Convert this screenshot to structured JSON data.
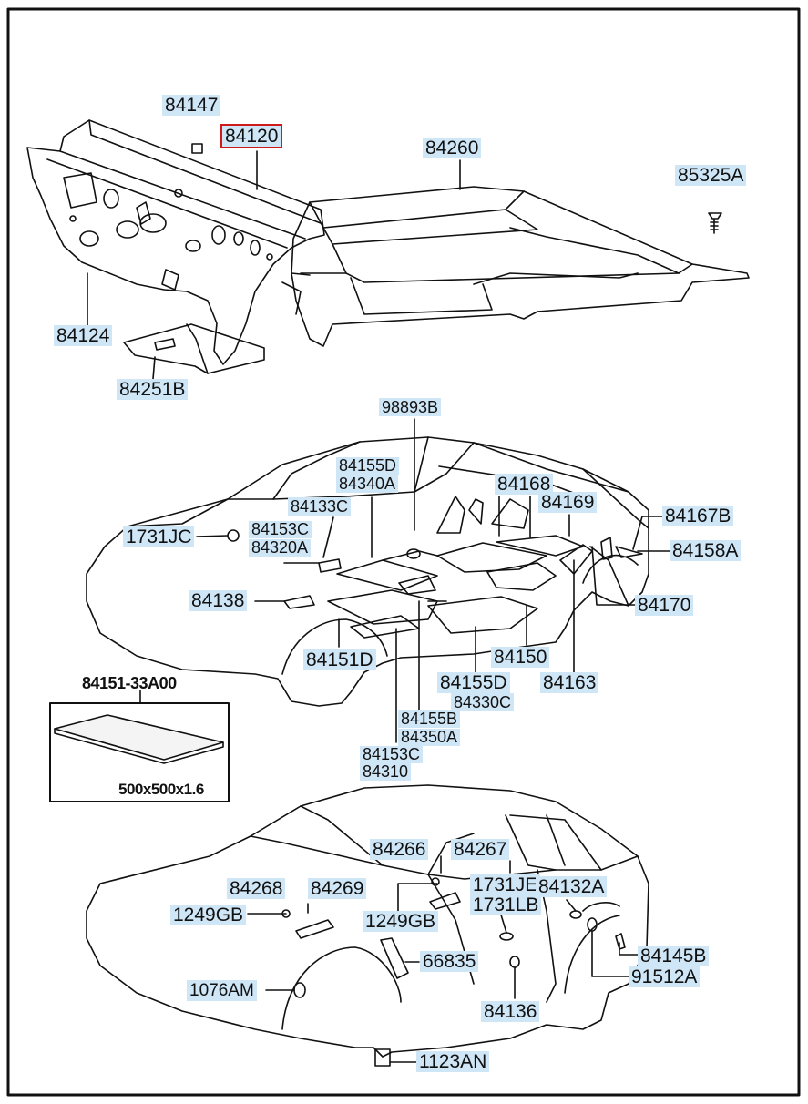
{
  "callouts": {
    "c84147": "84147",
    "c84120": "84120",
    "c84260": "84260",
    "c85325A": "85325A",
    "c84124": "84124",
    "c84251B": "84251B",
    "c98893B": "98893B",
    "c84155D_top": "84155D",
    "c84340A": "84340A",
    "c84168": "84168",
    "c84169": "84169",
    "c84133C": "84133C",
    "c84167B": "84167B",
    "c1731JC": "1731JC",
    "c84153C_top": "84153C",
    "c84320A": "84320A",
    "c84158A": "84158A",
    "c84138": "84138",
    "c84170": "84170",
    "c84151D": "84151D",
    "c84150": "84150",
    "c84155D_mid": "84155D",
    "c84163": "84163",
    "c84330C": "84330C",
    "c84155B": "84155B",
    "c84350A": "84350A",
    "c84153C_bot": "84153C",
    "c84310": "84310",
    "c84266": "84266",
    "c84267": "84267",
    "c84268": "84268",
    "c84269": "84269",
    "c1731JE": "1731JE",
    "c84132A": "84132A",
    "c1249GB_left": "1249GB",
    "c1249GB_mid": "1249GB",
    "c1731LB": "1731LB",
    "c66835": "66835",
    "c84145B": "84145B",
    "c1076AM": "1076AM",
    "c91512A": "91512A",
    "c84136": "84136",
    "c1123AN": "1123AN"
  },
  "inset": {
    "title": "84151-33A00",
    "size": "500x500x1.6"
  },
  "highlight": {
    "selected_part": "84120",
    "highlight_color": "#d01a1a",
    "label_bg": "#cfe6f7"
  }
}
